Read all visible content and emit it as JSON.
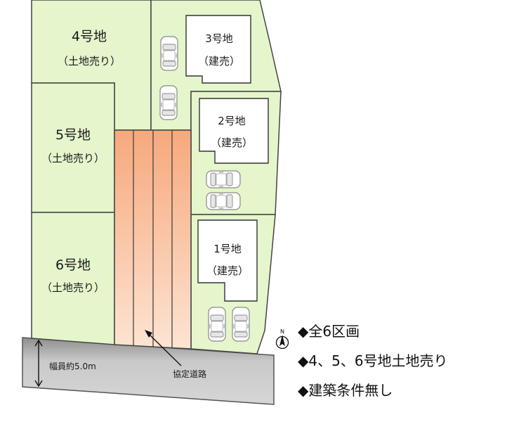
{
  "lots": {
    "lot4": {
      "title": "4号地",
      "sub": "（土地売り）"
    },
    "lot5": {
      "title": "5号地",
      "sub": "（土地売り）"
    },
    "lot6": {
      "title": "6号地",
      "sub": "（土地売り）"
    },
    "lot3": {
      "title": "3号地",
      "sub": "（建売）"
    },
    "lot2": {
      "title": "2号地",
      "sub": "（建売）"
    },
    "lot1": {
      "title": "1号地",
      "sub": "（建売）"
    }
  },
  "road": {
    "width_label": "幅員約5.0m",
    "private_road_label": "協定道路"
  },
  "compass": {
    "label": "N"
  },
  "legend": [
    "◆全6区画",
    "◆4、5、6号地土地売り",
    "◆建築条件無し"
  ],
  "colors": {
    "lot_fill": "#e5f5cc",
    "road_top": "#f7a87c",
    "road_bottom": "#fde4d2",
    "street": "#b9b9b9"
  }
}
